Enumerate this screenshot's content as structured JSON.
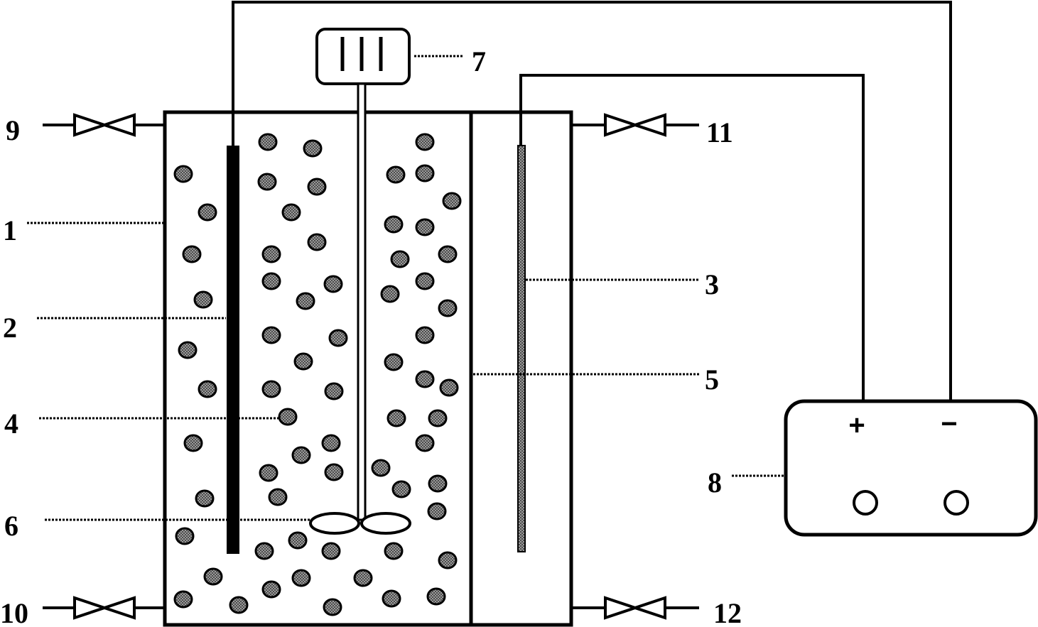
{
  "diagram": {
    "labels": {
      "l1": "1",
      "l2": "2",
      "l3": "3",
      "l4": "4",
      "l5": "5",
      "l6": "6",
      "l7": "7",
      "l8": "8",
      "l9": "9",
      "l10": "10",
      "l11": "11",
      "l12": "12"
    },
    "power_supply": {
      "plus": "+",
      "minus": "−"
    },
    "colors": {
      "line": "#000000",
      "particle_fill": "#555555",
      "background": "#ffffff"
    }
  }
}
